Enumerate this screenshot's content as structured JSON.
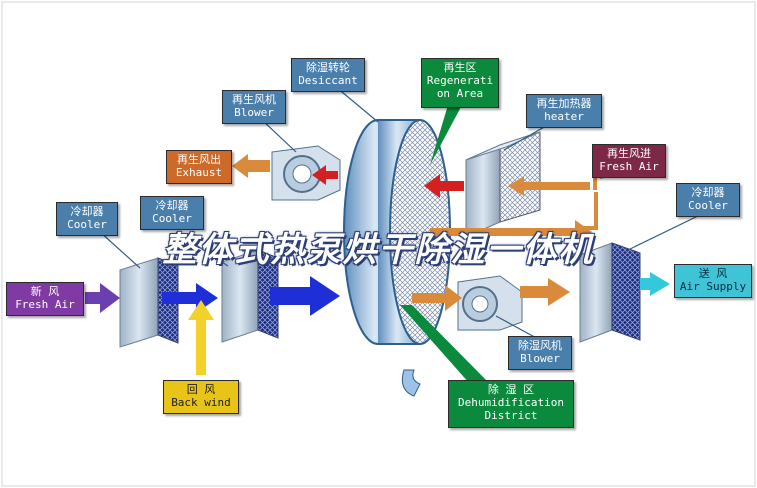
{
  "banner": "整体式热泵烘干除湿一体机",
  "labels": {
    "desiccant_wheel": {
      "zh": "除湿转轮",
      "en": "Desiccant"
    },
    "regen_area": {
      "zh": "再生区",
      "en1": "Regenerati",
      "en2": "on Area"
    },
    "regen_blower": {
      "zh": "再生风机",
      "en": "Blower"
    },
    "regen_heater": {
      "zh": "再生加热器",
      "en": "heater"
    },
    "regen_exhaust": {
      "zh": "再生风出",
      "en": "Exhaust"
    },
    "regen_fresh_air": {
      "zh": "再生风进",
      "en": "Fresh Air"
    },
    "cooler_1": {
      "zh": "冷却器",
      "en": "Cooler"
    },
    "cooler_2": {
      "zh": "冷却器",
      "en": "Cooler"
    },
    "cooler_3": {
      "zh": "冷却器",
      "en": "Cooler"
    },
    "fresh_air": {
      "zh": "新    风",
      "en": "Fresh Air"
    },
    "air_supply": {
      "zh": "送  风",
      "en": "Air Supply"
    },
    "back_wind": {
      "zh": "回    风",
      "en": "Back wind"
    },
    "dehum_blower": {
      "zh": "除湿风机",
      "en": "Blower"
    },
    "dehum_district": {
      "zh": "除  湿  区",
      "en1": "Dehumidification",
      "en2": "District"
    }
  },
  "colors": {
    "label_blue": "#4a7fab",
    "label_maroon": "#7e2848",
    "label_orange": "#cc6a2a",
    "label_cyan": "#3ec4d6",
    "label_yellow": "#e8c419",
    "label_green": "#0b8a3d",
    "label_purple": "#7f3aa3",
    "arrow_blue": "#1f2fd8",
    "arrow_orange": "#d98a3a",
    "arrow_red": "#d42020",
    "arrow_yellow": "#f2d22a",
    "arrow_cyan": "#34c8dc"
  }
}
